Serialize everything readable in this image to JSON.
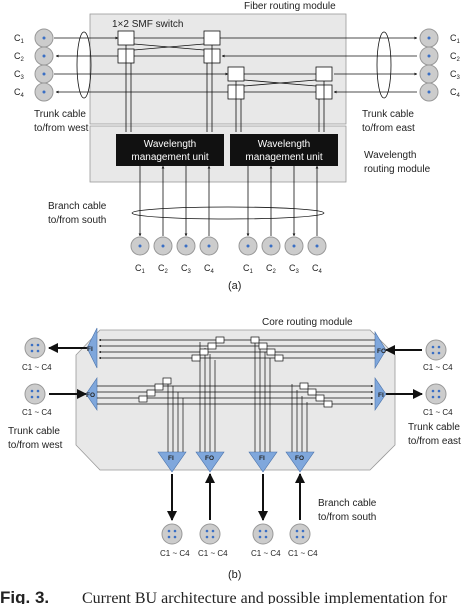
{
  "panel_a": {
    "module_title": "Fiber routing module",
    "switch_label": "1×2 SMF switch",
    "wavelength_module_label_line1": "Wavelength",
    "wavelength_module_label_line2": "routing module",
    "wmu_line1": "Wavelength",
    "wmu_line2": "management unit",
    "trunk_west_line1": "Trunk cable",
    "trunk_west_line2": "to/from west",
    "trunk_east_line1": "Trunk cable",
    "trunk_east_line2": "to/from east",
    "branch_line1": "Branch cable",
    "branch_line2": "to/from south",
    "cores": [
      "C1",
      "C2",
      "C3",
      "C4"
    ],
    "caption": "(a)"
  },
  "panel_b": {
    "module_title": "Core routing module",
    "fi_label": "FI",
    "fo_label": "FO",
    "core_range": "C1 ~ C4",
    "trunk_west_line1": "Trunk cable",
    "trunk_west_line2": "to/from west",
    "trunk_east_line1": "Trunk cable",
    "trunk_east_line2": "to/from east",
    "branch_line1": "Branch cable",
    "branch_line2": "to/from south",
    "caption": "(b)"
  },
  "figure_caption": {
    "label": "Fig. 3.",
    "text": "Current BU architecture and possible implementation for"
  },
  "colors": {
    "module_fill": "#e8e8e8",
    "core_circle": "#cccccc",
    "core_dot": "#3a6fc4",
    "fan_blue": "#7fa7dc",
    "wmu_fill": "#111111"
  }
}
